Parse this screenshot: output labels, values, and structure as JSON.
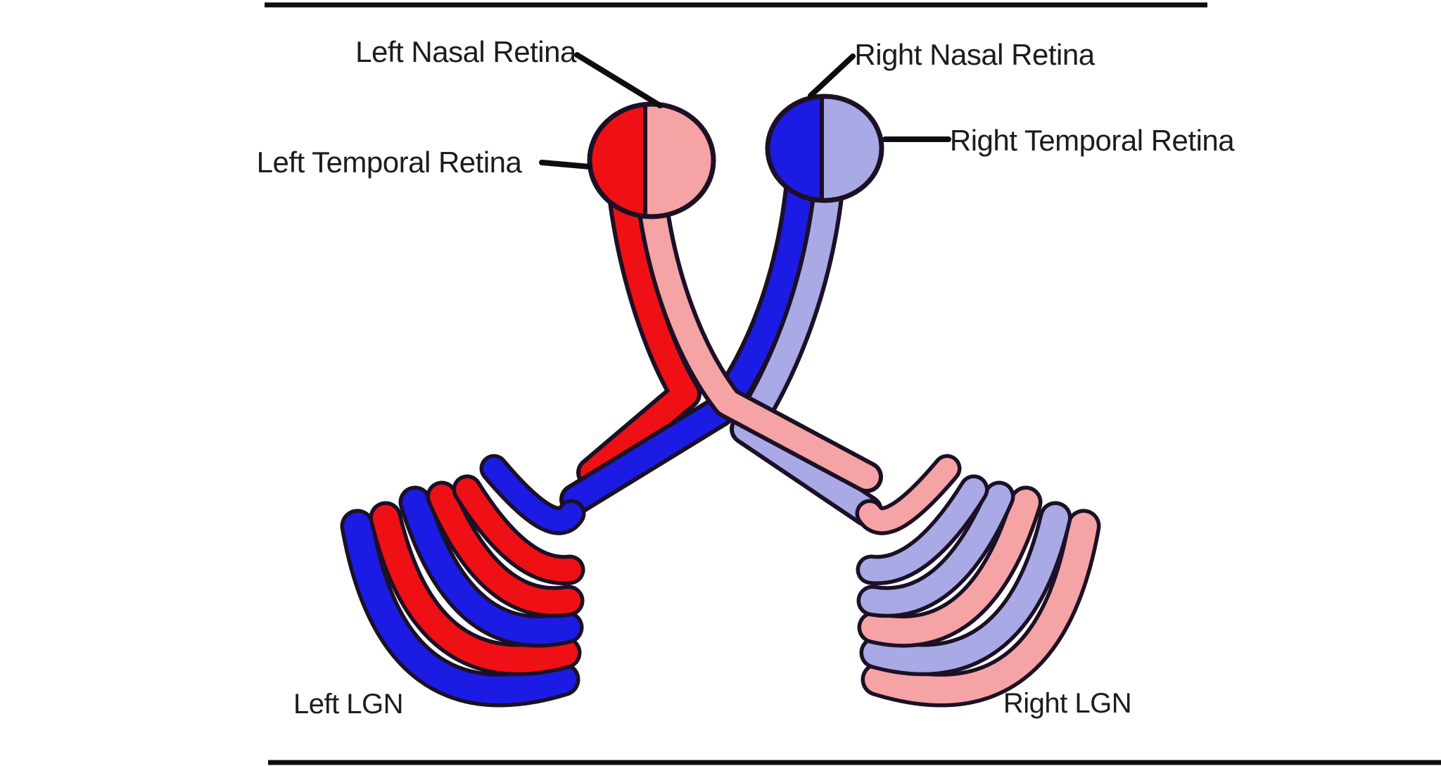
{
  "labels": {
    "left_nasal": "Left Nasal Retina",
    "left_temporal": "Left Temporal Retina",
    "right_nasal": "Right Nasal Retina",
    "right_temporal": "Right Temporal Retina",
    "left_lgn": "Left LGN",
    "right_lgn": "Right LGN"
  },
  "colors": {
    "left_temporal_red": "#ee1014",
    "left_nasal_pink": "#f5a3a4",
    "right_nasal_blue": "#1b1be4",
    "right_temporal_lavender": "#a9a9e6",
    "outline": "#1c1026",
    "annotation_black": "#0d0d0d",
    "text": "#1c1c1c",
    "background": "#ffffff"
  },
  "lgn_layers": {
    "left_outer_to_inner": [
      "blue",
      "red",
      "blue",
      "red",
      "red",
      "blue"
    ],
    "right_outer_to_inner": [
      "pink",
      "lavender",
      "pink",
      "lavender",
      "lavender",
      "pink"
    ]
  }
}
